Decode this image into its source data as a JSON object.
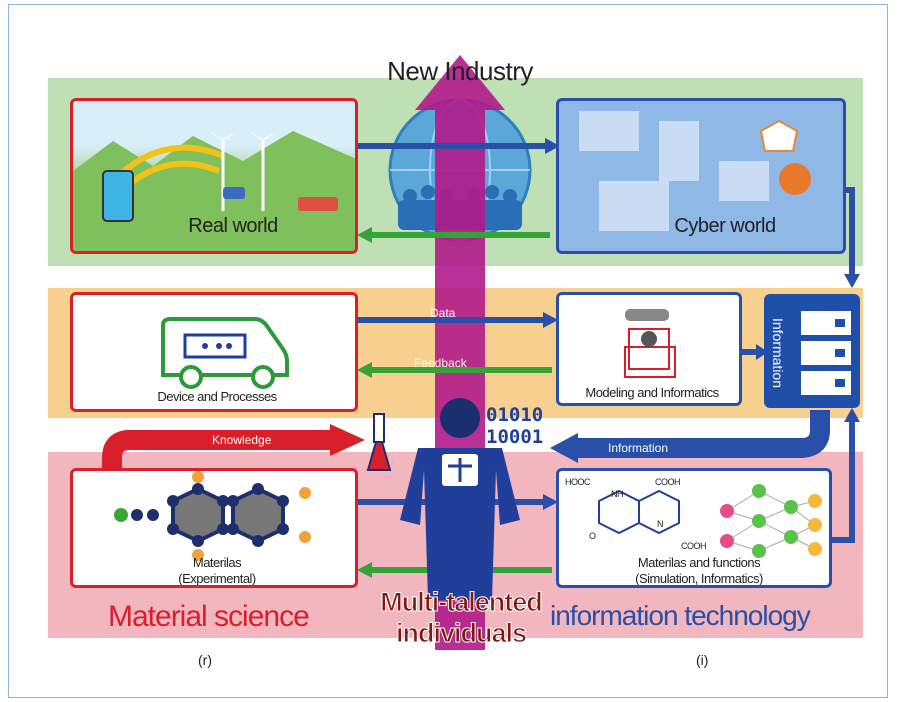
{
  "title": "New Industry",
  "worlds": {
    "real": "Real world",
    "cyber": "Cyber world"
  },
  "middle": {
    "left_label": "Device and Processes",
    "right_label": "Modeling and Informatics",
    "data_arrow": "Data",
    "feedback_arrow": "Feedback",
    "server_label": "Information"
  },
  "bottom": {
    "knowledge_arrow": "Knowledge",
    "information_arrow": "Information",
    "binary_line1": "01010",
    "binary_line2": "10001",
    "left_label_line1": "Materilas",
    "left_label_line2": "(Experimental)",
    "right_label_line1": "Materilas and functions",
    "right_label_line2": "(Simulation, Informatics)",
    "molecule_text_hooc": "HOOC",
    "molecule_text_cooh1": "COOH",
    "molecule_text_cooh2": "COOH",
    "molecule_text_nh": "NH",
    "molecule_text_n": "N",
    "molecule_text_o": "O"
  },
  "footer": {
    "material_science": "Material science",
    "multi_line1": "Multi-talented",
    "multi_line2": "individuals",
    "info_tech": "information technology",
    "r_label": "(r)",
    "i_label": "(i)"
  },
  "colors": {
    "green_band": "#bfe0b4",
    "orange_band": "#f7cf8f",
    "pink_band": "#f2b6bf",
    "red": "#d9202a",
    "blue": "#2a4fa8",
    "magenta": "#b0198a",
    "arrow_green": "#35a336"
  }
}
